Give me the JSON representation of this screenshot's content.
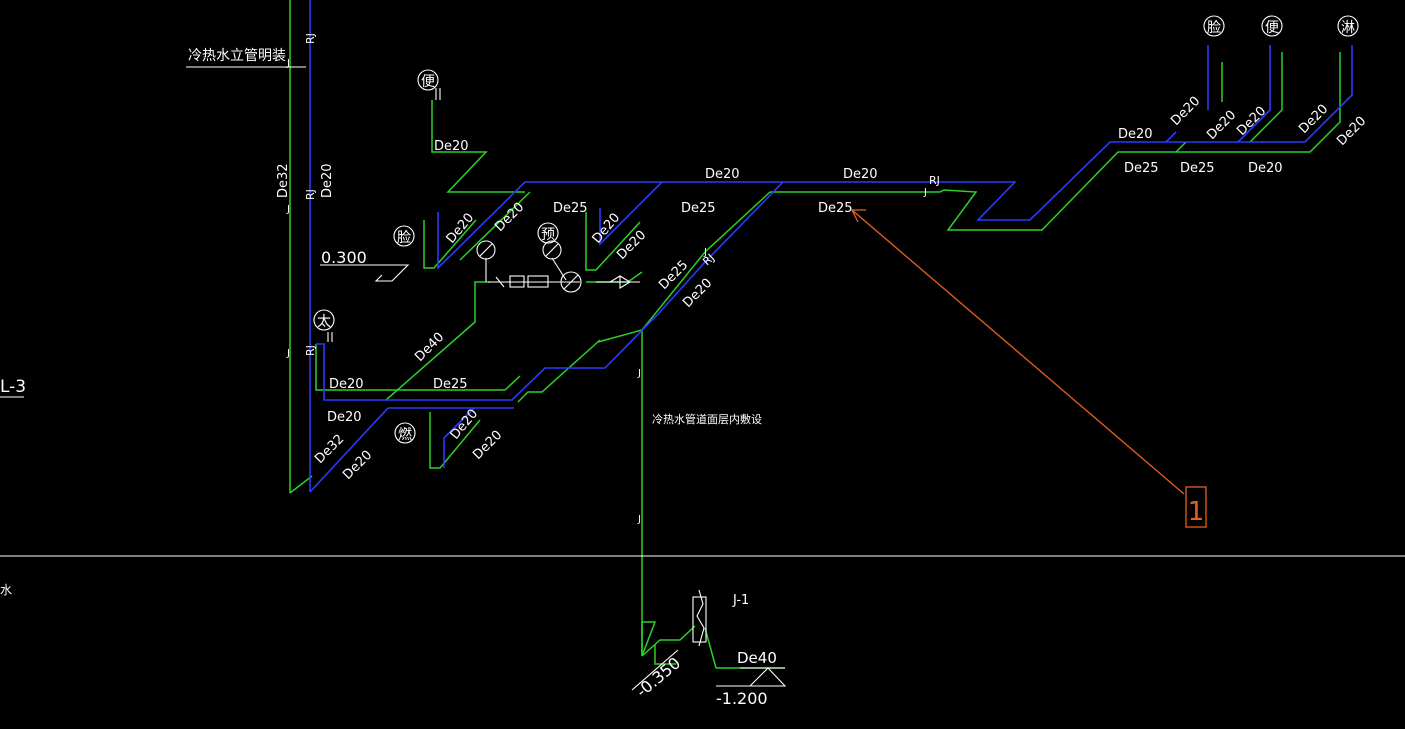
{
  "colors": {
    "background": "#000000",
    "cold_pipe": "#2bd12b",
    "hot_pipe": "#2a3bff",
    "text": "#ffffff",
    "callout": "#e8601c"
  },
  "notes": {
    "riser_exposed": "冷热水立管明装",
    "in_floor": "冷热水管道面层内敷设",
    "left_edge_tag": "L-3",
    "left_edge_char": "水",
    "meter_tag": "J-1"
  },
  "elevations": {
    "floor": "0.300",
    "trench": "-0.350",
    "entry": "-1.200"
  },
  "fixtures": {
    "toilet": "便",
    "basin": "脸",
    "shower": "淋",
    "bath": "太",
    "heater": "燃",
    "reserve": "预"
  },
  "pipe_codes": {
    "hot": "RJ",
    "cold": "J"
  },
  "sizes": {
    "de20": "De20",
    "de25": "De25",
    "de32": "De32",
    "de40": "De40"
  },
  "callout": {
    "number": "1"
  }
}
